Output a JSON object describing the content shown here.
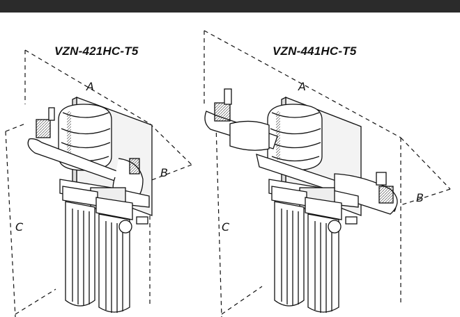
{
  "models": [
    {
      "name": "VZN-421HC-T5",
      "labels": {
        "a": "A",
        "b": "B",
        "c": "C"
      }
    },
    {
      "name": "VZN-441HC-T5",
      "labels": {
        "a": "A",
        "b": "B",
        "c": "C"
      }
    }
  ]
}
